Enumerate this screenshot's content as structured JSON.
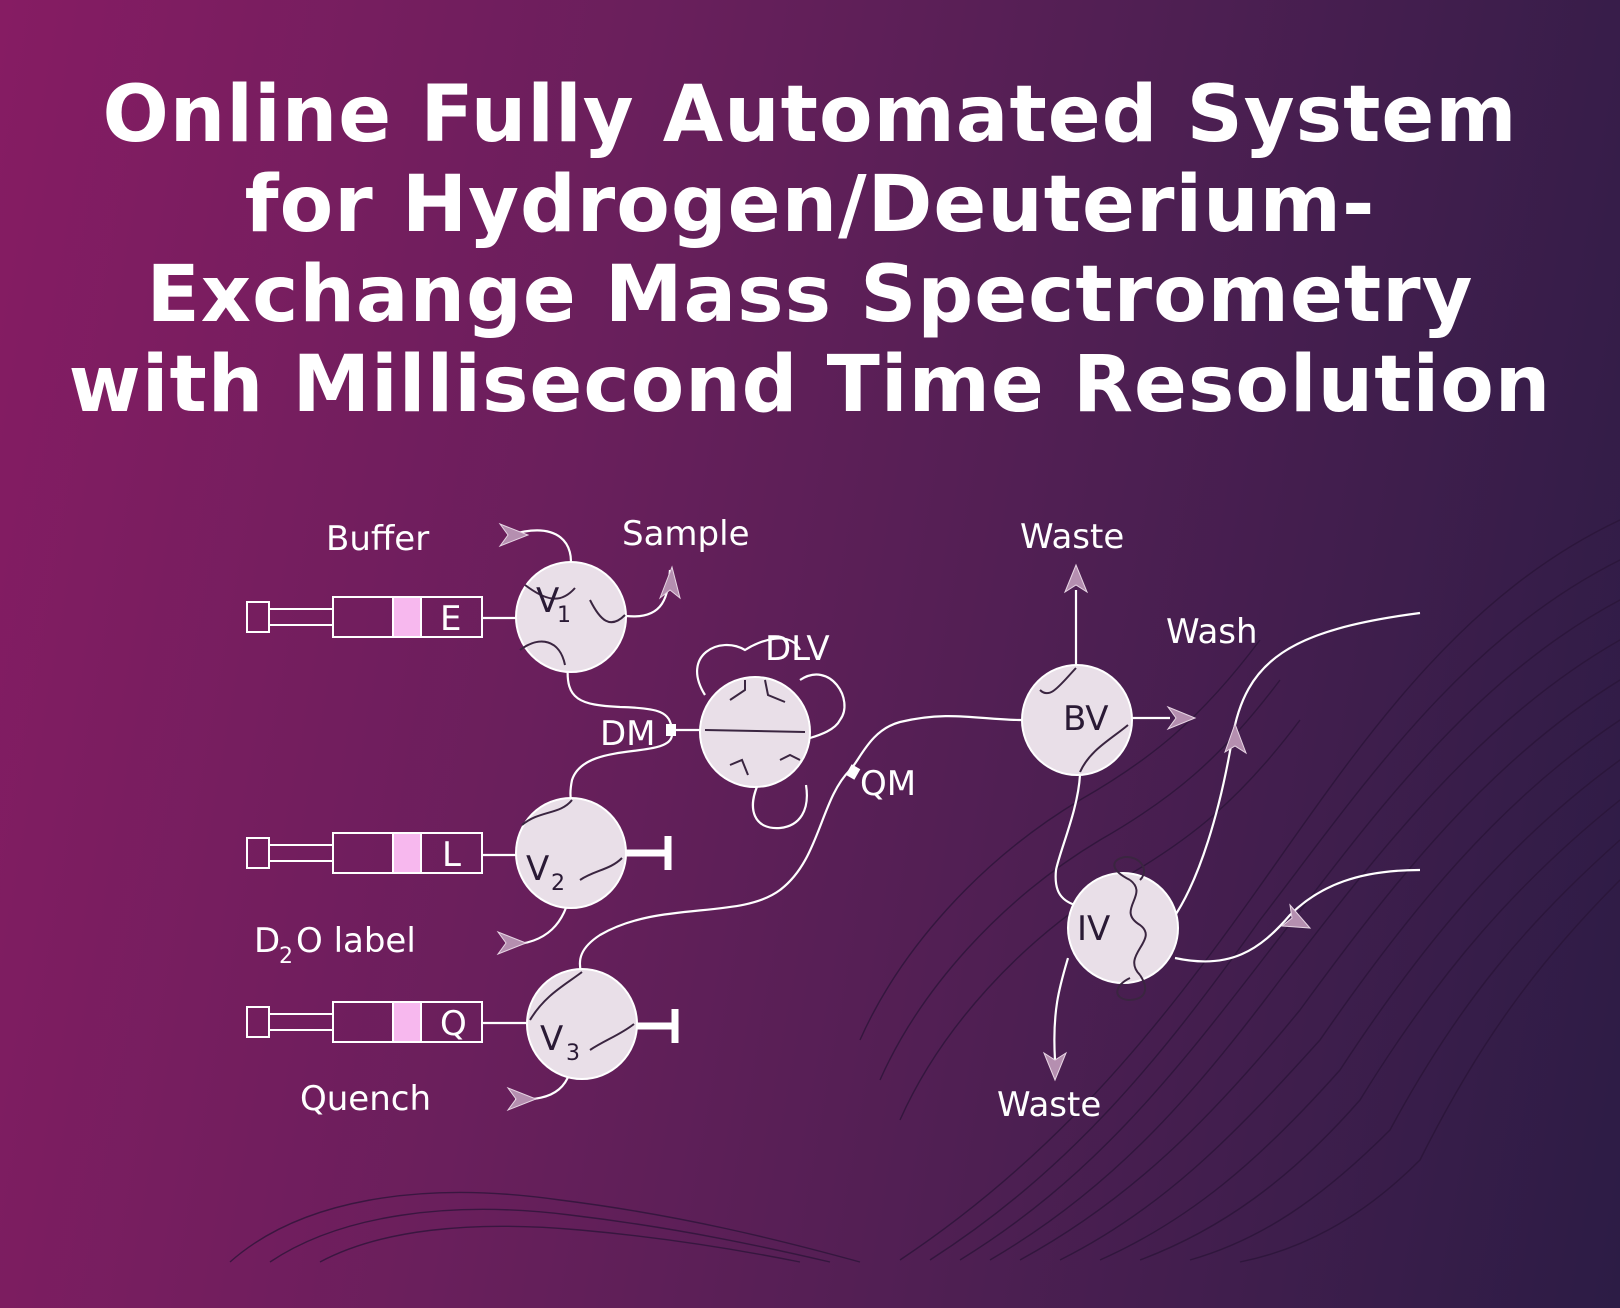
{
  "title": {
    "lines": [
      "Online Fully Automated System",
      "for Hydrogen/Deuterium-",
      "Exchange Mass Spectrometry",
      "with Millisecond Time Resolution"
    ]
  },
  "diagram": {
    "labels": {
      "buffer": "Buffer",
      "sample": "Sample",
      "d2o_prefix": "D",
      "d2o_sub": "2",
      "d2o_suffix": "O label",
      "quench": "Quench",
      "waste_top": "Waste",
      "wash": "Wash",
      "waste_bottom": "Waste",
      "dlv": "DLV",
      "dm": "DM",
      "qm": "QM"
    },
    "syringes": {
      "e": "E",
      "l": "L",
      "q": "Q"
    },
    "valves": {
      "v1_main": "V",
      "v1_sub": "1",
      "v2_main": "V",
      "v2_sub": "2",
      "v3_main": "V",
      "v3_sub": "3",
      "bv": "BV",
      "iv": "IV"
    },
    "colors": {
      "valve_fill": "#e9dfe8",
      "syringe_plunger": "#f7b8ee",
      "arrow": "#b58fb0"
    }
  }
}
